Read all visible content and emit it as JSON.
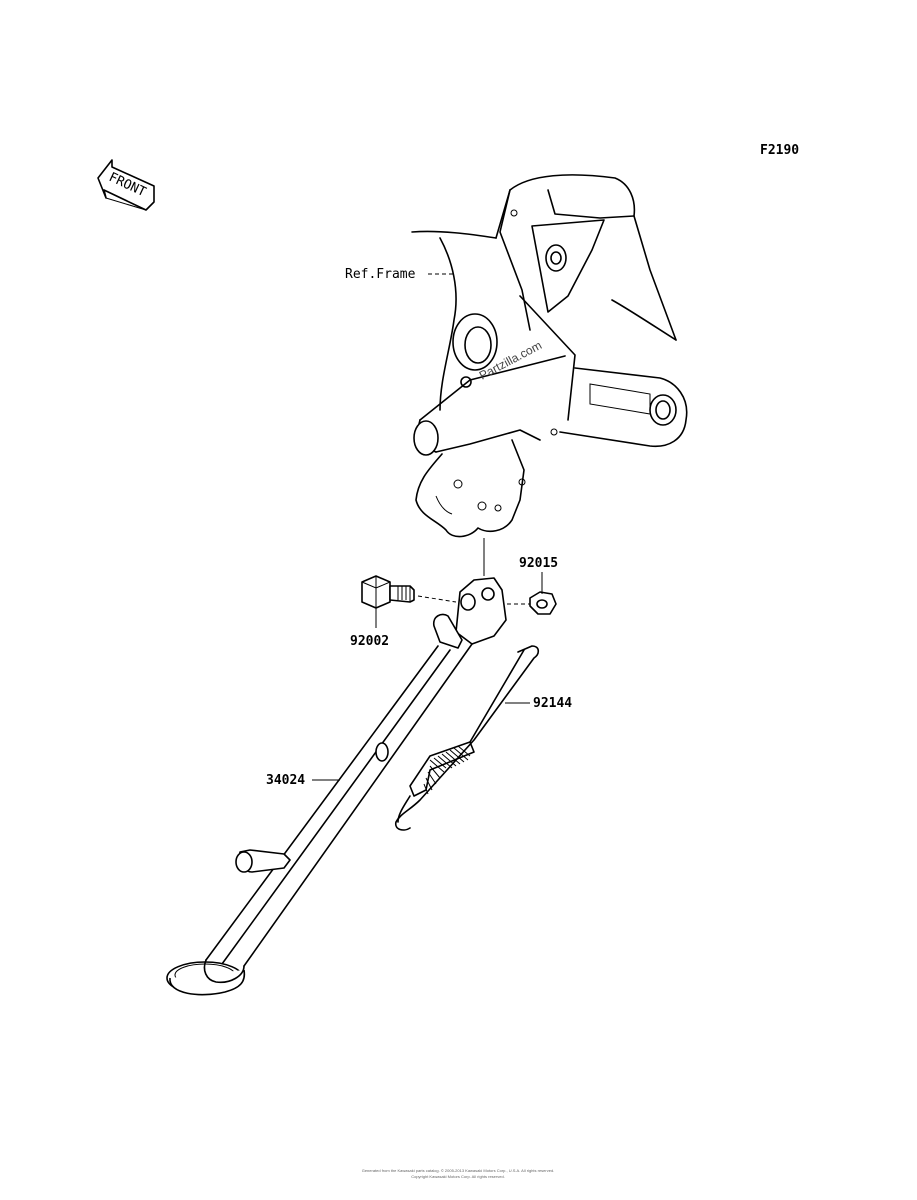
{
  "figure_code": "F2190",
  "front_label": "FRONT",
  "ref_frame_label": "Ref.Frame",
  "watermark": "Partzilla.com",
  "parts": [
    {
      "number": "92015"
    },
    {
      "number": "92002"
    },
    {
      "number": "92144"
    },
    {
      "number": "34024"
    }
  ],
  "footer_line1": "Generated from the Kawasaki parts catalog. © 2005-2013 Kawasaki Motors Corp., U.S.A. All rights reserved.",
  "footer_line2": "Copyright Kawasaki Motors Corp. All rights reserved."
}
